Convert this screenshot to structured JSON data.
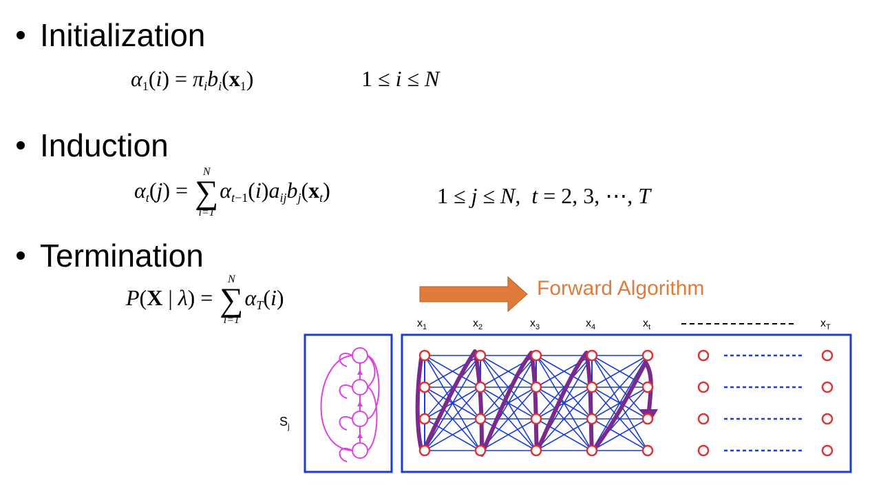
{
  "sections": [
    {
      "label": "Initialization"
    },
    {
      "label": "Induction"
    },
    {
      "label": "Termination"
    }
  ],
  "arrow": {
    "label": "Forward Algorithm",
    "color": "#e07b39"
  },
  "trellis": {
    "columns": [
      "x1",
      "x2",
      "x3",
      "x4",
      "xt",
      "xT"
    ],
    "state_label": "Sj",
    "rows": 4,
    "colors": {
      "box": "#1a3bd6",
      "node": "#e03030",
      "edge": "#1a3bd6",
      "path": "#7a2a8a",
      "state_diagram": "#e040e0"
    }
  }
}
